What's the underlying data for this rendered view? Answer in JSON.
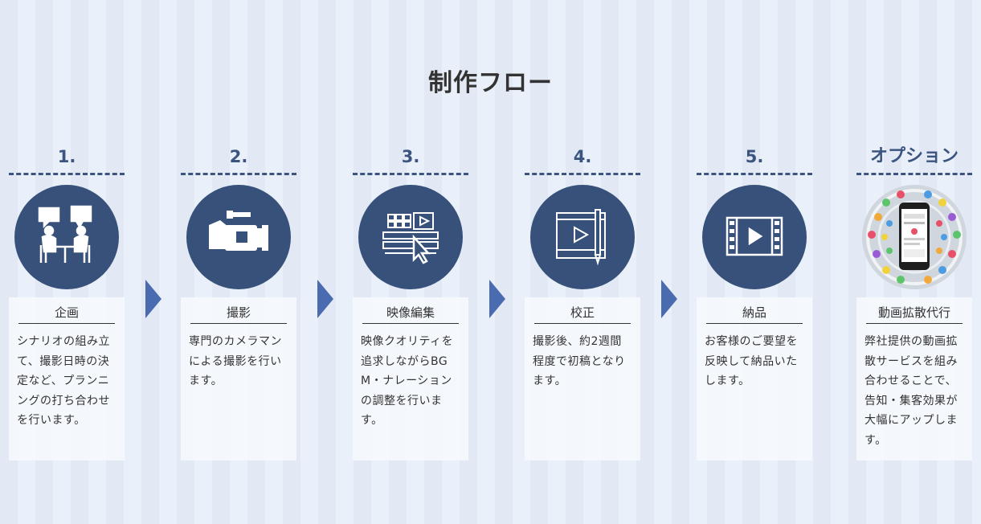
{
  "page_title": "制作フロー",
  "steps": [
    {
      "number": "1.",
      "label": "企画",
      "icon": "meeting-icon",
      "description": "シナリオの組み立て、撮影日時の決定など、プランニングの打ち合わせを行います。"
    },
    {
      "number": "2.",
      "label": "撮影",
      "icon": "video-camera-icon",
      "description": "専門のカメラマンによる撮影を行います。"
    },
    {
      "number": "3.",
      "label": "映像編集",
      "icon": "video-editing-icon",
      "description": "映像クオリティを追求しながらBGM・ナレーションの調整を行います。"
    },
    {
      "number": "4.",
      "label": "校正",
      "icon": "proofreading-icon",
      "description": "撮影後、約2週間程度で初稿となります。"
    },
    {
      "number": "5.",
      "label": "納品",
      "icon": "film-play-icon",
      "description": "お客様のご要望を反映して納品いたします。"
    }
  ],
  "option": {
    "number": "オプション",
    "label": "動画拡散代行",
    "icon": "social-spread-image",
    "description": "弊社提供の動画拡散サービスを組み合わせることで、告知・集客効果が大幅にアップします。"
  },
  "colors": {
    "accent": "#37517a",
    "arrow": "#4a6bb0",
    "heading": "#3c5580"
  }
}
